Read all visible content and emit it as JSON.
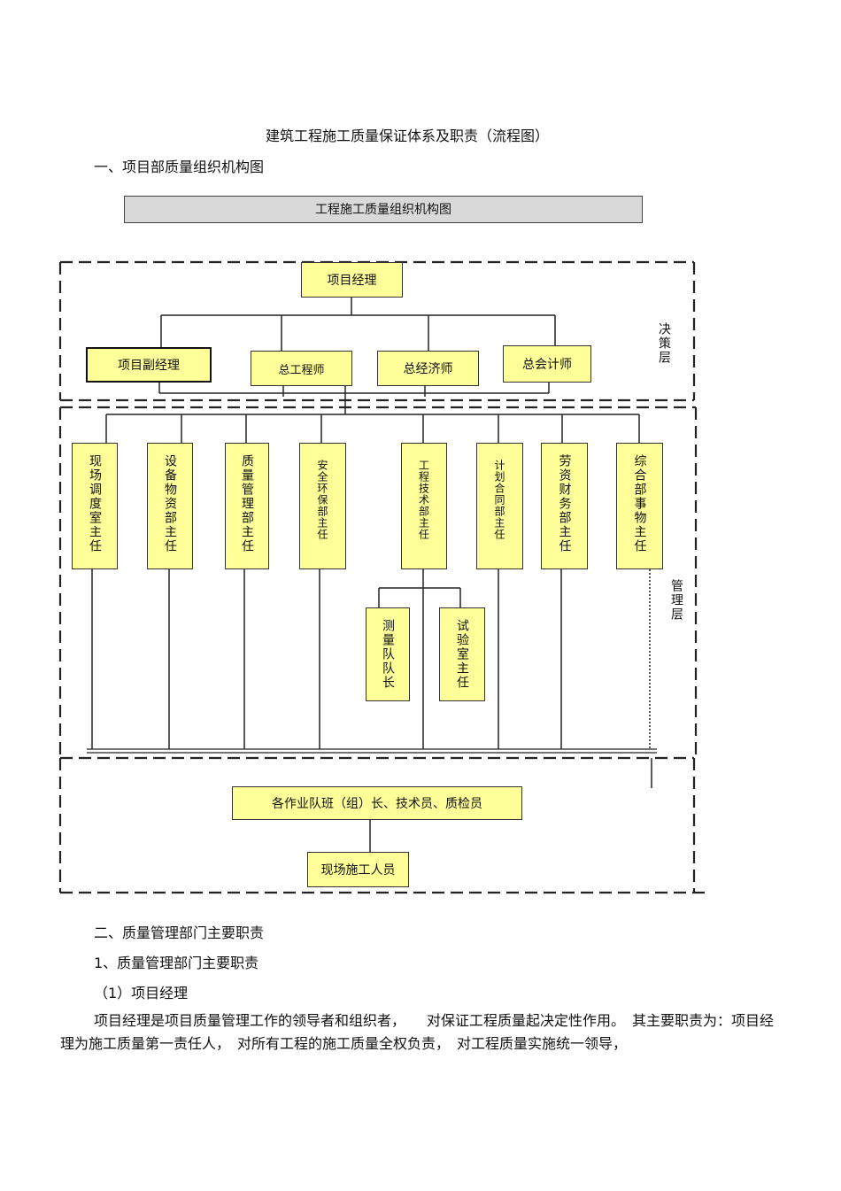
{
  "doc": {
    "title": "建筑工程施工质量保证体系及职责（流程图）",
    "section1": "一、项目部质量组织机构图",
    "banner": "工程施工质量组织机构图",
    "section2": "二、质量管理部门主要职责",
    "sub1": "1、质量管理部门主要职责",
    "sub1_1": "（1）项目经理",
    "paragraph": "项目经理是项目质量管理工作的领导者和组织者，　　对保证工程质量起决定性作用。　其主要职责为：项目经理为施工质量第一责任人，　对所有工程的施工质量全权负责，　对工程质量实施统一领导，"
  },
  "diagram": {
    "layers": {
      "decision": "决策层",
      "management": "管理层"
    },
    "top": "项目经理",
    "deputies": [
      "项目副经理",
      "总工程师",
      "总经济师",
      "总会计师"
    ],
    "departments": [
      "现场调度室主任",
      "设备物资部主任",
      "质量管理部主任",
      "安全环保部主任",
      "工程技术部主任",
      "计划合同部主任",
      "劳资财务部主任",
      "综合部事物主任"
    ],
    "sub_units": [
      "测量队队长",
      "试验室主任"
    ],
    "teams": "各作业队班（组）长、技术员、质检员",
    "workers": "现场施工人员"
  },
  "colors": {
    "box_fill": "#ffff99",
    "banner_fill": "#d9d9d9",
    "line": "#222222"
  }
}
